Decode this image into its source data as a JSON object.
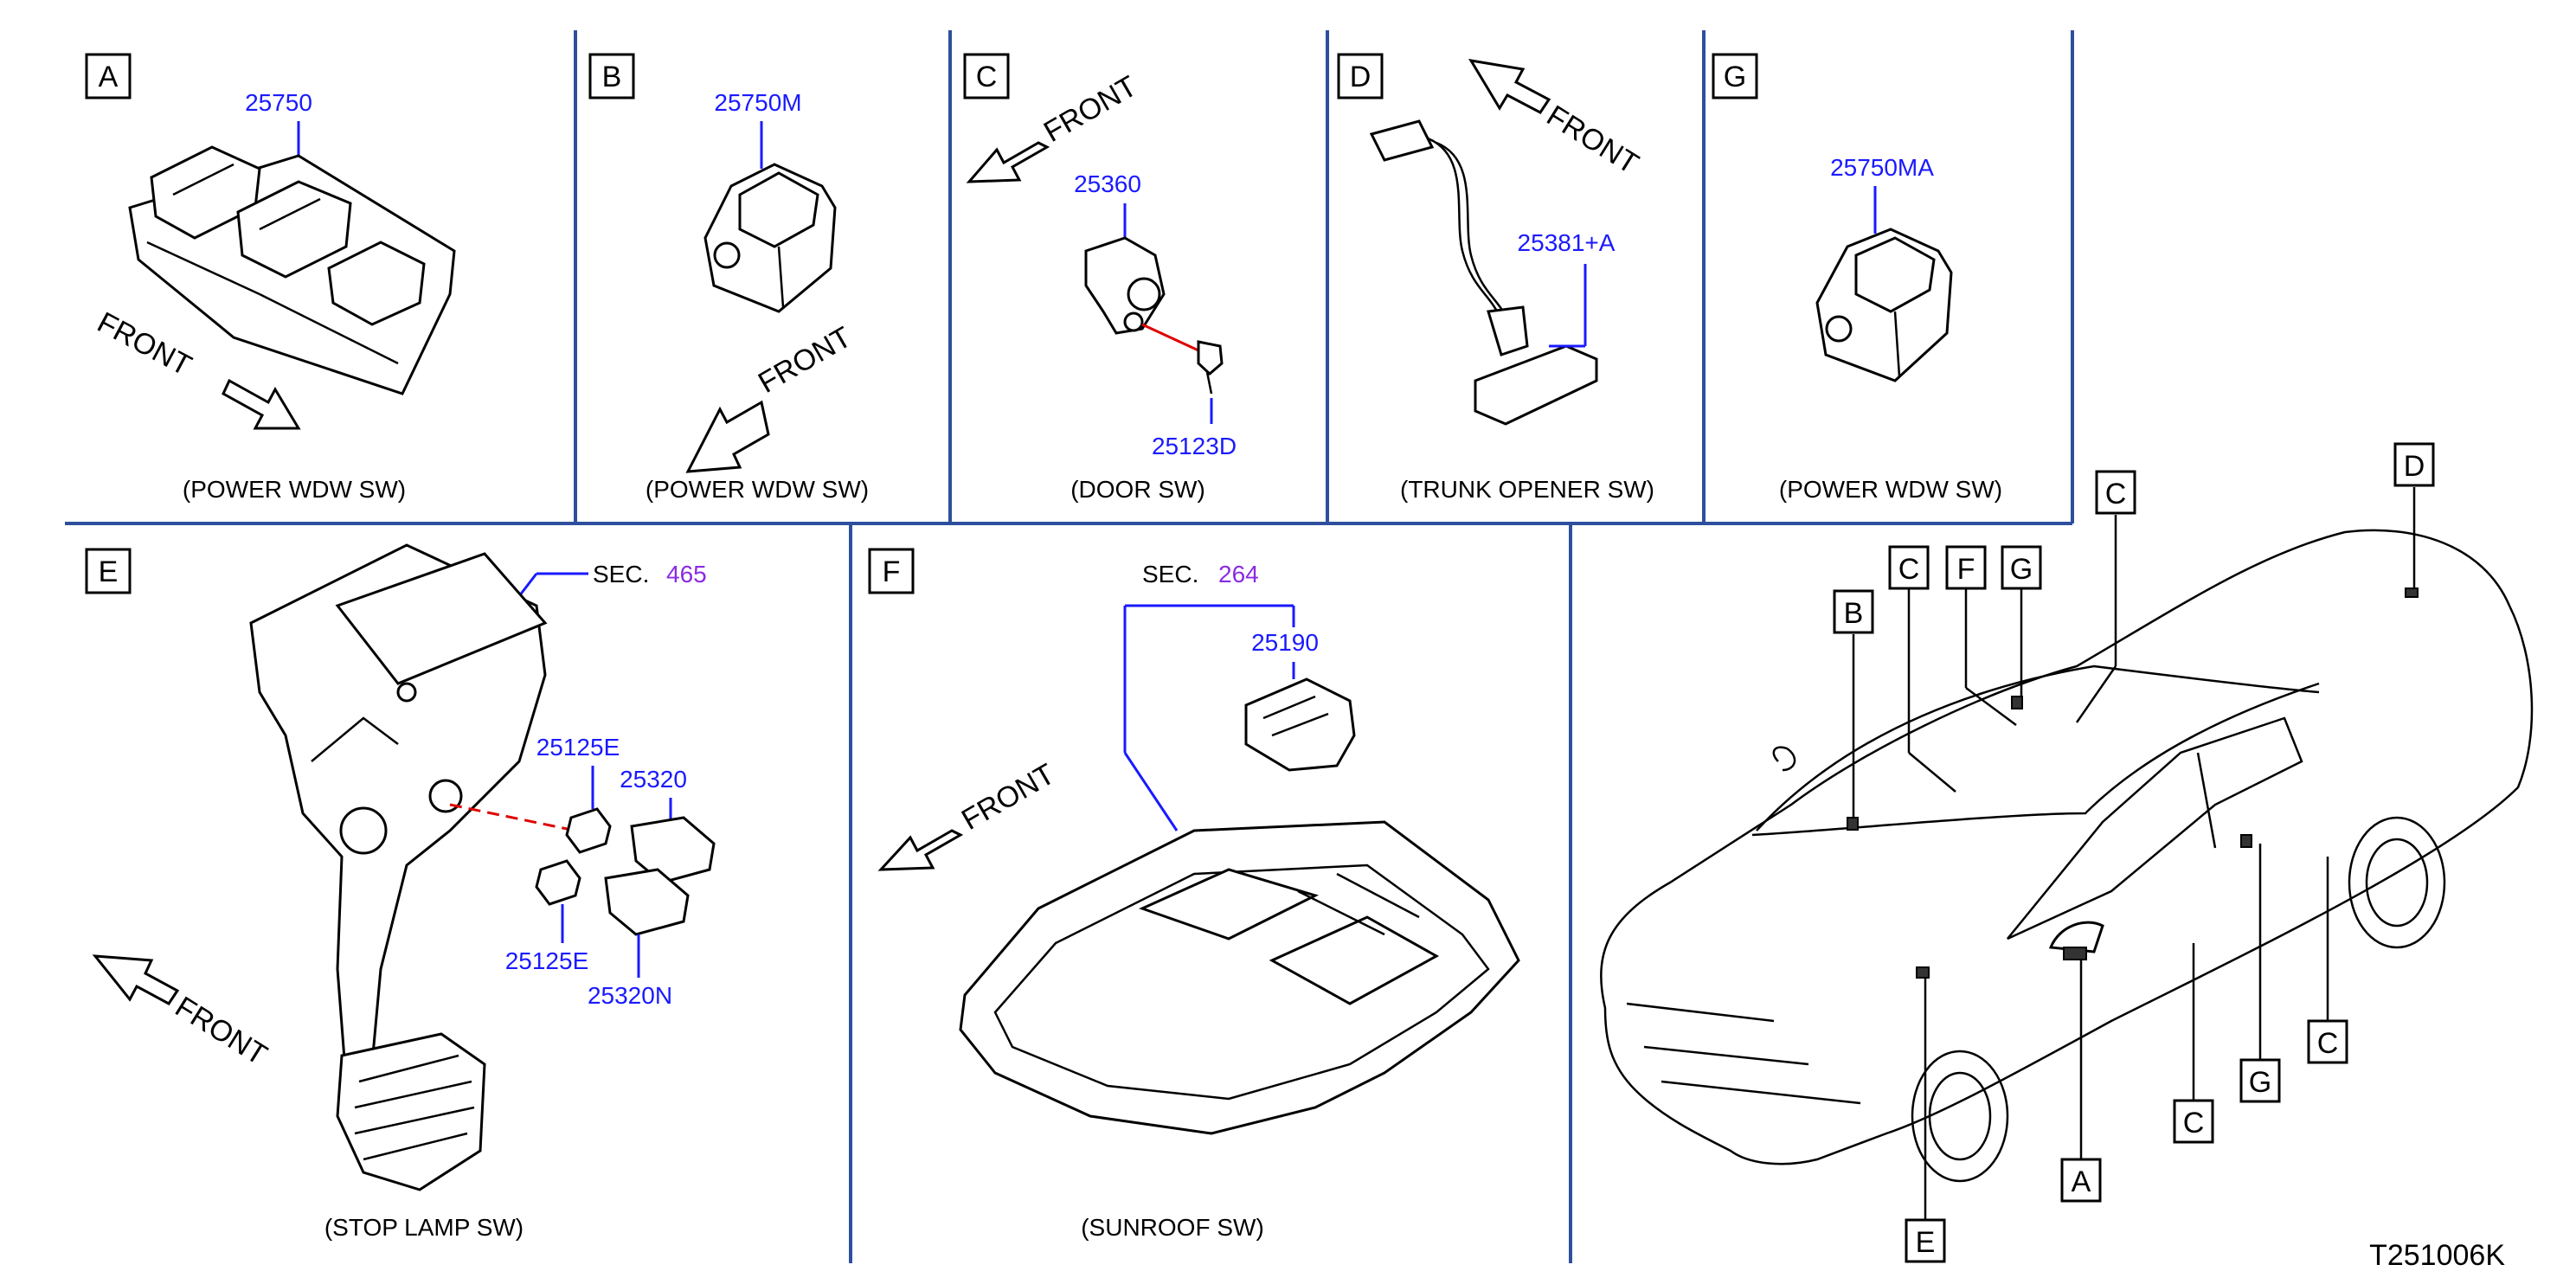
{
  "panels": {
    "A": {
      "letter": "A",
      "parts": [
        "25750"
      ],
      "caption": "(POWER   WDW   SW)",
      "front": "FRONT"
    },
    "B": {
      "letter": "B",
      "parts": [
        "25750M"
      ],
      "caption": "(POWER   WDW   SW)",
      "front": "FRONT"
    },
    "C": {
      "letter": "C",
      "parts": [
        "25360",
        "25123D"
      ],
      "caption": "(DOOR   SW)",
      "front": "FRONT"
    },
    "D": {
      "letter": "D",
      "parts": [
        "25381+A"
      ],
      "caption": "(TRUNK   OPENER   SW)",
      "front": "FRONT"
    },
    "G": {
      "letter": "G",
      "parts": [
        "25750MA"
      ],
      "caption": "(POWER   WDW   SW)"
    },
    "E": {
      "letter": "E",
      "sec_label": "SEC.",
      "sec_number": "465",
      "parts": [
        "25125E",
        "25320",
        "25125E",
        "25320N"
      ],
      "caption": "(STOP   LAMP   SW)",
      "front": "FRONT"
    },
    "F": {
      "letter": "F",
      "sec_label": "SEC.",
      "sec_number": "264",
      "parts": [
        "25190"
      ],
      "caption": "(SUNROOF   SW)",
      "front": "FRONT"
    }
  },
  "car_callouts": [
    "C",
    "D",
    "B",
    "C",
    "F",
    "G",
    "C",
    "G",
    "C",
    "A",
    "E"
  ],
  "drawing_number": "T251006K",
  "colors": {
    "divider": "#2e4f9e",
    "part_number": "#1a1aff",
    "section_number": "#8a2be2",
    "reference_line": "#e00000"
  }
}
